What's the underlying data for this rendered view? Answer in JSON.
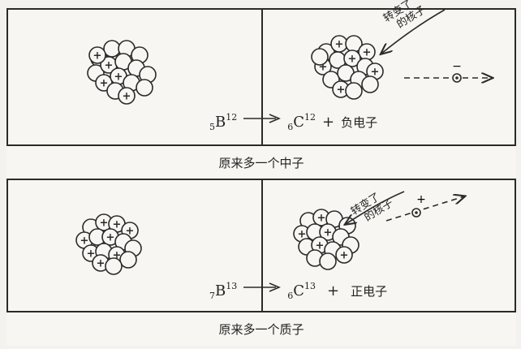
{
  "panels": [
    {
      "caption": "原来多一个中子",
      "equation": {
        "reactant_sub": "5",
        "reactant_symbol": "B",
        "reactant_sup": "12",
        "product_sub": "6",
        "product_symbol": "C",
        "product_sup": "12",
        "plus": "+",
        "emitted": "负电子"
      },
      "annotation_line1": "转变了",
      "annotation_line2": "的核子",
      "particle_charge": "−"
    },
    {
      "caption": "原来多一个质子",
      "equation": {
        "reactant_sub": "7",
        "reactant_symbol": "B",
        "reactant_sup": "13",
        "product_sub": "6",
        "product_symbol": "C",
        "product_sup": "13",
        "plus": "+",
        "emitted": "正电子"
      },
      "annotation_line1": "转变了",
      "annotation_line2": "的核子",
      "particle_charge": "+"
    }
  ],
  "colors": {
    "line": "#2a2a2a",
    "background": "#f7f6f3"
  }
}
